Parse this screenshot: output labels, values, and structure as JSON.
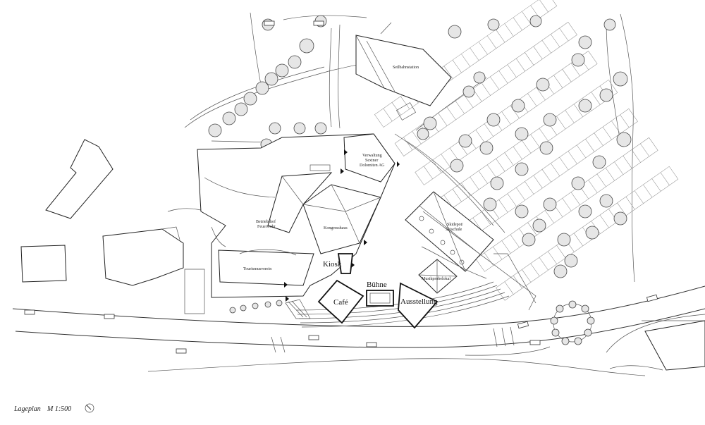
{
  "labels": {
    "seilbahnstation": "Seilbahnstation",
    "verwaltung_1": "Verwaltung",
    "verwaltung_2": "Sextner",
    "verwaltung_3": "Dolomiten AG",
    "betriebshof_1": "Betriebshof",
    "betriebshof_2": "Feuerwehr",
    "kongresshaus": "Kongresshaus",
    "skidepot_1": "Skidepot/",
    "skidepot_2": "Skischule",
    "tourismusverein": "Tourismusverein",
    "kiosk": "Kiosk",
    "buehne": "Bühne",
    "musikprobelokal": "Musikprobelokal",
    "cafe": "Café",
    "ausstellung": "Ausstellung"
  },
  "footer": {
    "title": "Lageplan",
    "scale": "M 1:500",
    "north_icon": "north-arrow-icon"
  }
}
